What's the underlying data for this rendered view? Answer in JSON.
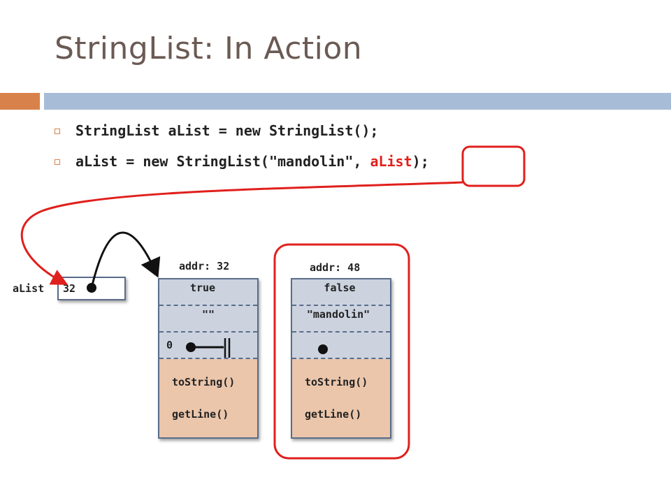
{
  "title": "StringList: In Action",
  "bullets": [
    {
      "text": "StringList aList = new StringList();"
    },
    {
      "pre": "aList = new StringList(\"mandolin\", ",
      "highlight": "aList",
      "post": ");"
    }
  ],
  "variable": {
    "name": "aList",
    "value": "32"
  },
  "objects": [
    {
      "addr": "addr: 32",
      "empty": "true",
      "line": "\"\"",
      "next": "0",
      "methods": [
        "toString()",
        "getLine()"
      ]
    },
    {
      "addr": "addr: 48",
      "empty": "false",
      "line": "\"mandolin\"",
      "next": "",
      "methods": [
        "toString()",
        "getLine()"
      ]
    }
  ],
  "colors": {
    "accent_orange": "#d9814a",
    "accent_blue": "#a7bcd6",
    "highlight_red": "#e0201c",
    "field_bg": "#ccd3df",
    "method_bg": "#ebc6ab"
  }
}
